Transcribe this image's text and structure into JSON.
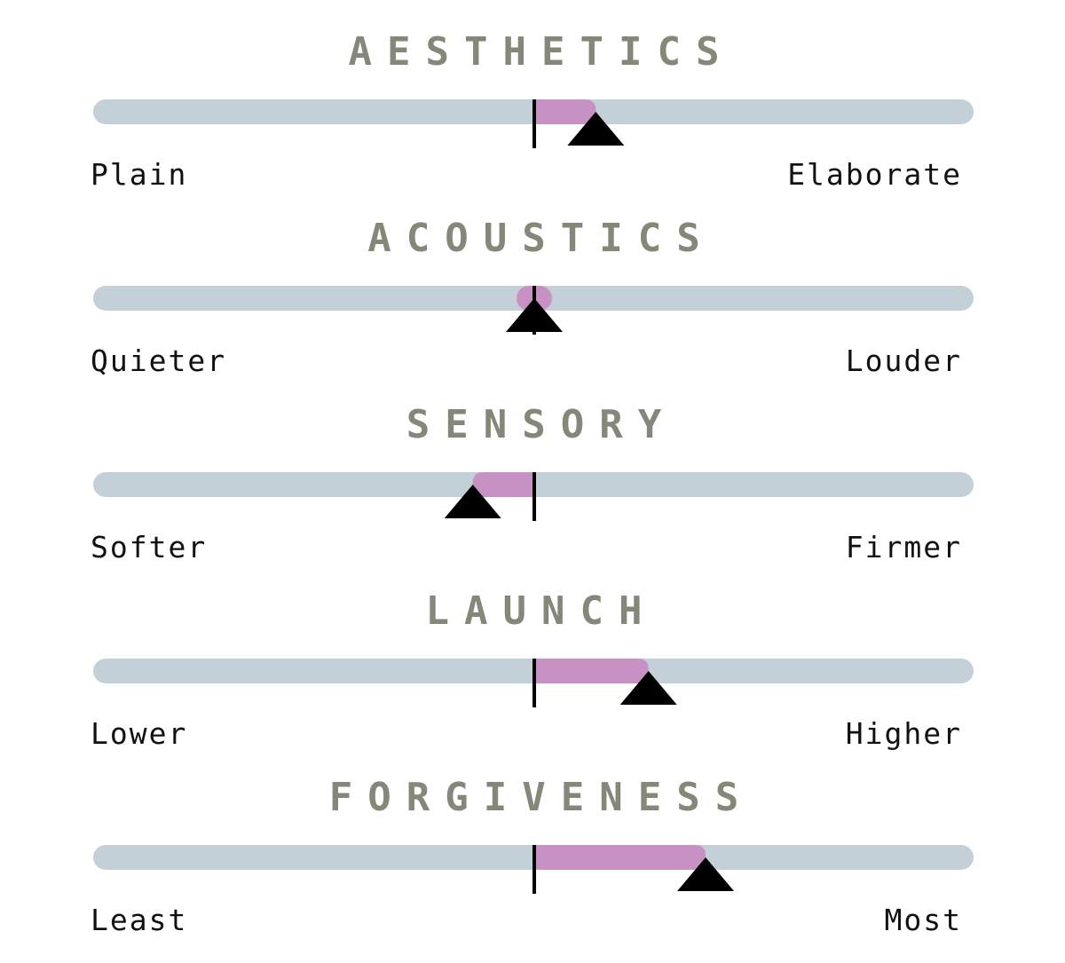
{
  "chart_data": {
    "type": "bar",
    "colors": {
      "track": "#c4d0d8",
      "fill": "#c792c3",
      "center_line": "#000000",
      "pointer": "#000000",
      "title": "#868679",
      "label": "#111111"
    },
    "xlim": [
      -1,
      1
    ],
    "center": 0,
    "scales": [
      {
        "title": "AESTHETICS",
        "left_label": "Plain",
        "right_label": "Elaborate",
        "value": 0.14
      },
      {
        "title": "ACOUSTICS",
        "left_label": "Quieter",
        "right_label": "Louder",
        "value": 0.0
      },
      {
        "title": "SENSORY",
        "left_label": "Softer",
        "right_label": "Firmer",
        "value": -0.14
      },
      {
        "title": "LAUNCH",
        "left_label": "Lower",
        "right_label": "Higher",
        "value": 0.26
      },
      {
        "title": "FORGIVENESS",
        "left_label": "Least",
        "right_label": "Most",
        "value": 0.39
      }
    ]
  }
}
